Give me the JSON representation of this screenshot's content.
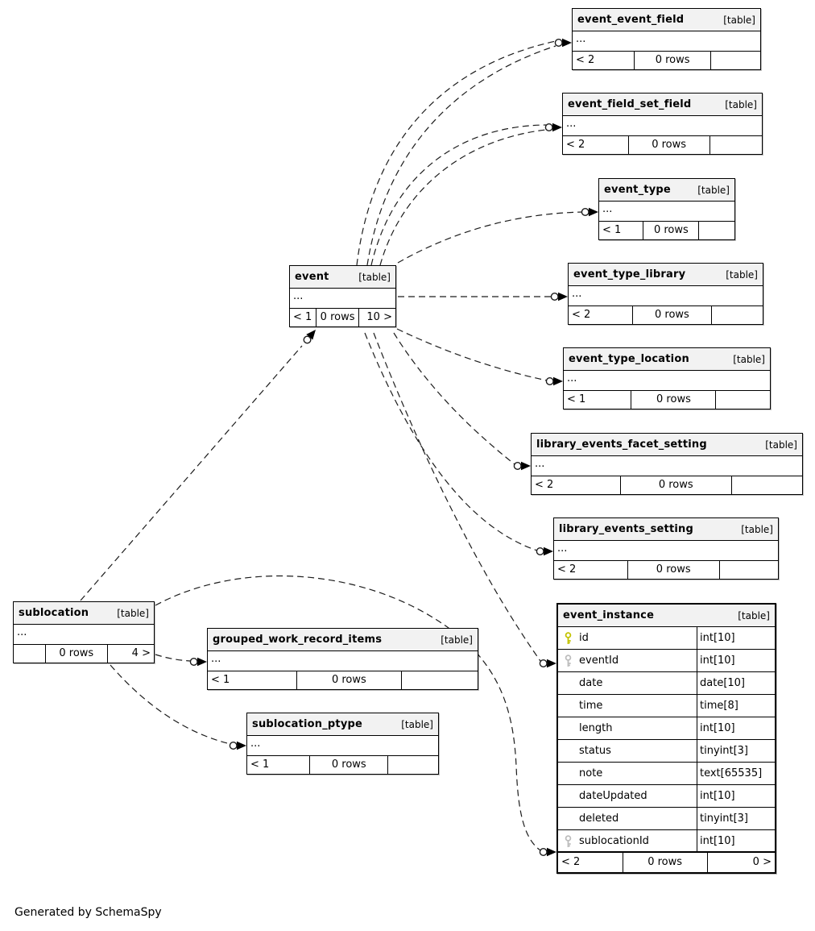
{
  "diagram": {
    "generated_by": "Generated by SchemaSpy",
    "tables": [
      {
        "id": "event_event_field",
        "name": "event_event_field",
        "badge": "[table]",
        "type": "collapsed",
        "ellipsis": "...",
        "footer": {
          "parents": "< 2",
          "rows": "0 rows",
          "children": ""
        }
      },
      {
        "id": "event_field_set_field",
        "name": "event_field_set_field",
        "badge": "[table]",
        "type": "collapsed",
        "ellipsis": "...",
        "footer": {
          "parents": "< 2",
          "rows": "0 rows",
          "children": ""
        }
      },
      {
        "id": "event_type",
        "name": "event_type",
        "badge": "[table]",
        "type": "collapsed",
        "ellipsis": "...",
        "footer": {
          "parents": "< 1",
          "rows": "0 rows",
          "children": ""
        }
      },
      {
        "id": "event_type_library",
        "name": "event_type_library",
        "badge": "[table]",
        "type": "collapsed",
        "ellipsis": "...",
        "footer": {
          "parents": "< 2",
          "rows": "0 rows",
          "children": ""
        }
      },
      {
        "id": "event_type_location",
        "name": "event_type_location",
        "badge": "[table]",
        "type": "collapsed",
        "ellipsis": "...",
        "footer": {
          "parents": "< 1",
          "rows": "0 rows",
          "children": ""
        }
      },
      {
        "id": "library_events_facet_setting",
        "name": "library_events_facet_setting",
        "badge": "[table]",
        "type": "collapsed",
        "ellipsis": "...",
        "footer": {
          "parents": "< 2",
          "rows": "0 rows",
          "children": ""
        }
      },
      {
        "id": "library_events_setting",
        "name": "library_events_setting",
        "badge": "[table]",
        "type": "collapsed",
        "ellipsis": "...",
        "footer": {
          "parents": "< 2",
          "rows": "0 rows",
          "children": ""
        }
      },
      {
        "id": "event_instance",
        "name": "event_instance",
        "badge": "[table]",
        "type": "detailed",
        "columns": [
          {
            "name": "id",
            "type": "int[10]",
            "key": "primary"
          },
          {
            "name": "eventId",
            "type": "int[10]",
            "key": "foreign"
          },
          {
            "name": "date",
            "type": "date[10]",
            "key": ""
          },
          {
            "name": "time",
            "type": "time[8]",
            "key": ""
          },
          {
            "name": "length",
            "type": "int[10]",
            "key": ""
          },
          {
            "name": "status",
            "type": "tinyint[3]",
            "key": ""
          },
          {
            "name": "note",
            "type": "text[65535]",
            "key": ""
          },
          {
            "name": "dateUpdated",
            "type": "int[10]",
            "key": ""
          },
          {
            "name": "deleted",
            "type": "tinyint[3]",
            "key": ""
          },
          {
            "name": "sublocationId",
            "type": "int[10]",
            "key": "foreign"
          }
        ],
        "footer": {
          "parents": "< 2",
          "rows": "0 rows",
          "children": "0 >"
        }
      },
      {
        "id": "event",
        "name": "event",
        "badge": "[table]",
        "type": "collapsed",
        "ellipsis": "...",
        "footer": {
          "parents": "< 1",
          "rows": "0 rows",
          "children": "10 >"
        }
      },
      {
        "id": "sublocation",
        "name": "sublocation",
        "badge": "[table]",
        "type": "collapsed",
        "ellipsis": "...",
        "footer": {
          "parents": "",
          "rows": "0 rows",
          "children": "4 >"
        }
      },
      {
        "id": "grouped_work_record_items",
        "name": "grouped_work_record_items",
        "badge": "[table]",
        "type": "collapsed",
        "ellipsis": "...",
        "footer": {
          "parents": "< 1",
          "rows": "0 rows",
          "children": ""
        }
      },
      {
        "id": "sublocation_ptype",
        "name": "sublocation_ptype",
        "badge": "[table]",
        "type": "collapsed",
        "ellipsis": "...",
        "footer": {
          "parents": "< 1",
          "rows": "0 rows",
          "children": ""
        }
      }
    ],
    "relationships": [
      {
        "from": "event",
        "to": "event_event_field"
      },
      {
        "from": "event",
        "to": "event_event_field"
      },
      {
        "from": "event",
        "to": "event_field_set_field"
      },
      {
        "from": "event",
        "to": "event_field_set_field"
      },
      {
        "from": "event",
        "to": "event_type"
      },
      {
        "from": "event",
        "to": "event_type_library"
      },
      {
        "from": "event",
        "to": "event_type_location"
      },
      {
        "from": "event",
        "to": "library_events_facet_setting"
      },
      {
        "from": "event",
        "to": "library_events_setting"
      },
      {
        "from": "event",
        "to": "event_instance.eventId"
      },
      {
        "from": "sublocation",
        "to": "event"
      },
      {
        "from": "sublocation",
        "to": "grouped_work_record_items"
      },
      {
        "from": "sublocation",
        "to": "sublocation_ptype"
      },
      {
        "from": "sublocation",
        "to": "event_instance.sublocationId"
      }
    ],
    "colors": {
      "primary_key": "#c3c300",
      "foreign_key": "#bdbdbd",
      "header_bg": "#f2f2f2",
      "line": "#1c1c1c"
    }
  }
}
